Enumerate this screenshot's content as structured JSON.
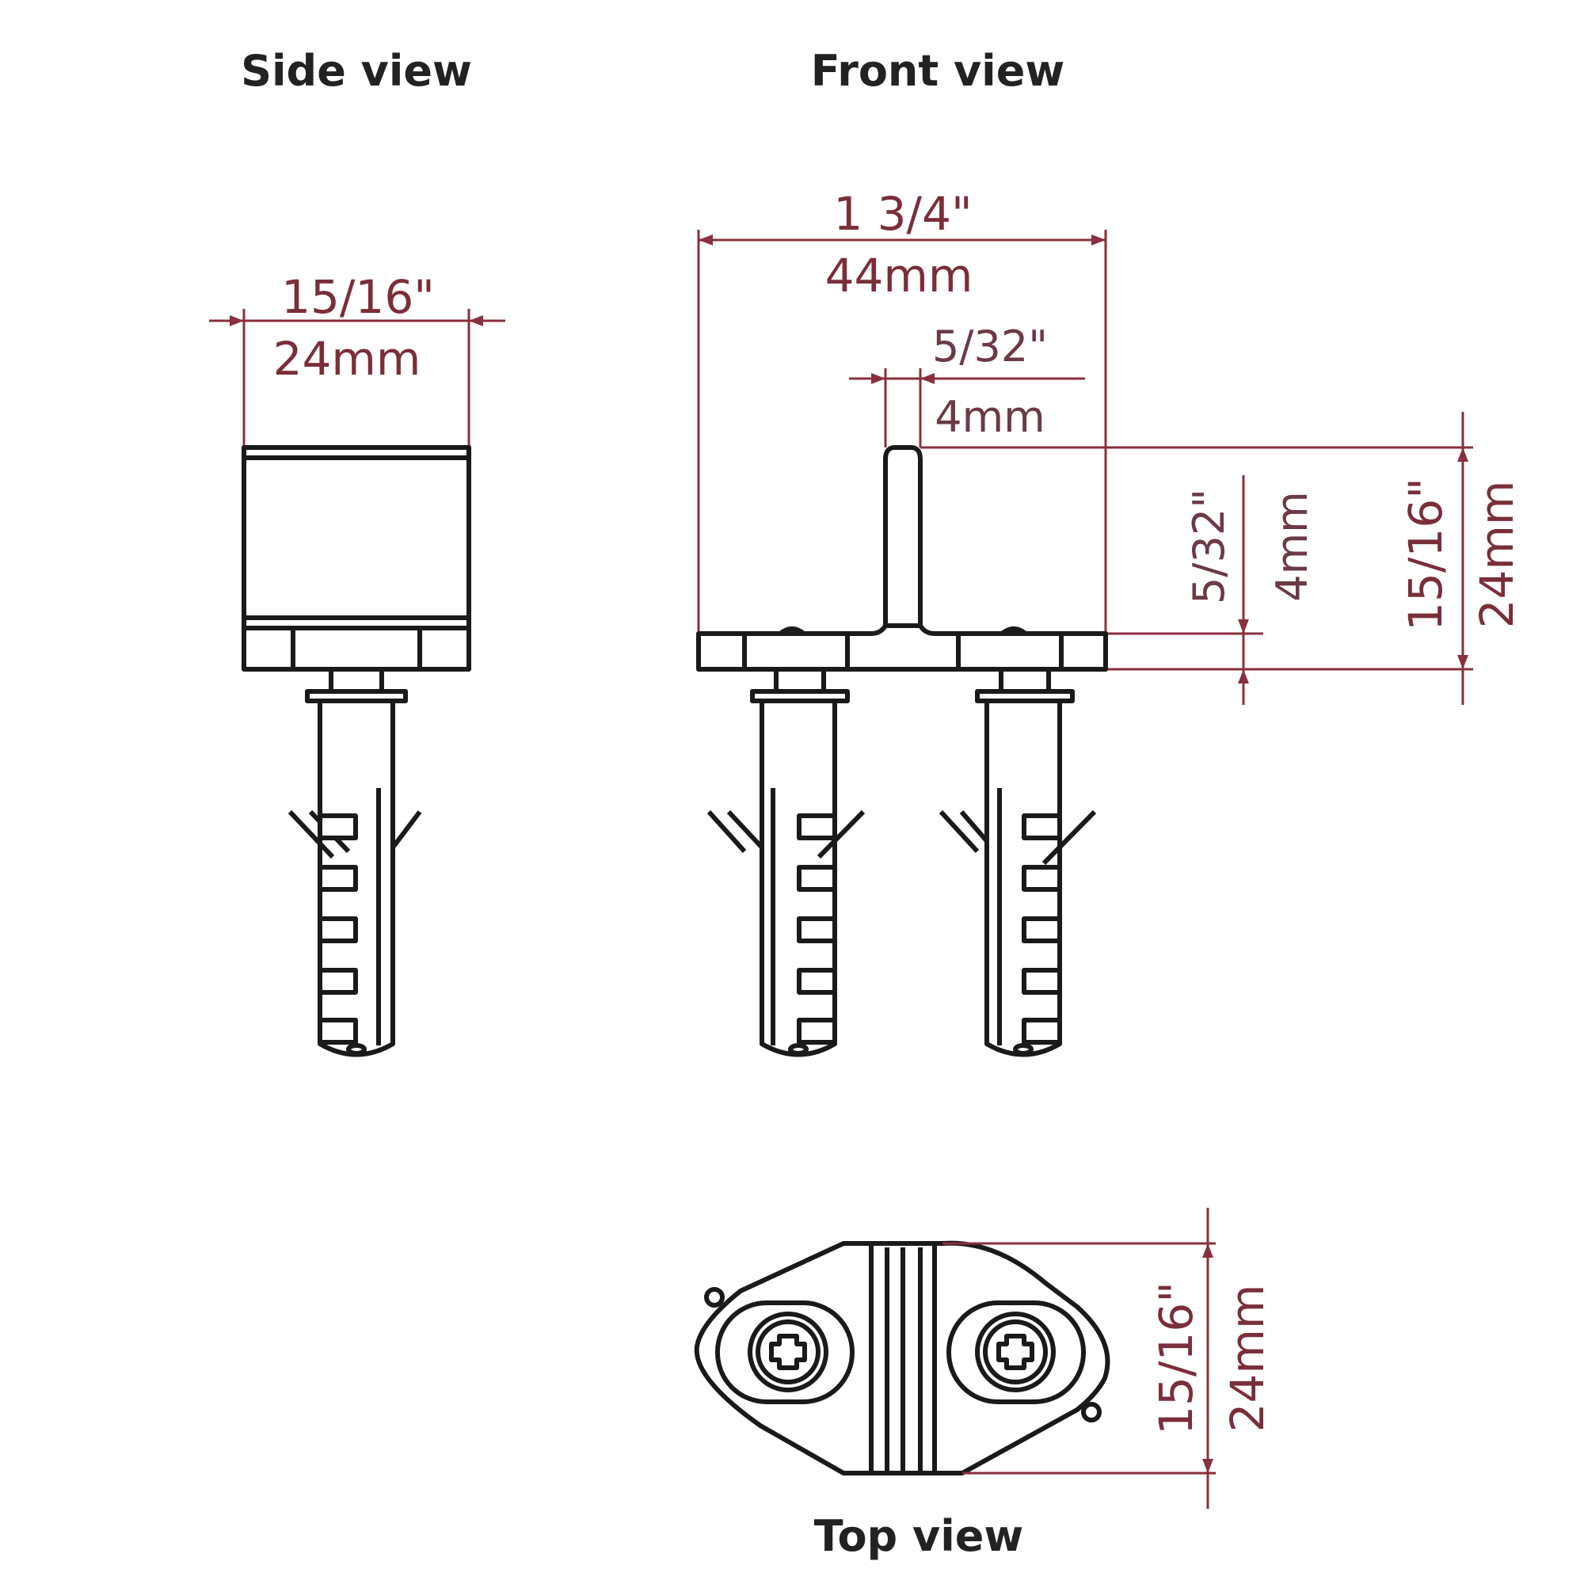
{
  "views": {
    "side": {
      "title": "Side view",
      "width_in": "15/16\"",
      "width_mm": "24mm"
    },
    "front": {
      "title": "Front view",
      "width_in": "1 3/4\"",
      "width_mm": "44mm",
      "pin_width_in": "5/32\"",
      "pin_width_mm": "4mm",
      "base_height_in": "5/32\"",
      "base_height_mm": "4mm",
      "total_height_in": "15/16\"",
      "total_height_mm": "24mm"
    },
    "top": {
      "title": "Top view",
      "depth_in": "15/16\"",
      "depth_mm": "24mm"
    }
  },
  "colors": {
    "dimension": "#8a2f3d",
    "outline": "#1a1a1a"
  }
}
